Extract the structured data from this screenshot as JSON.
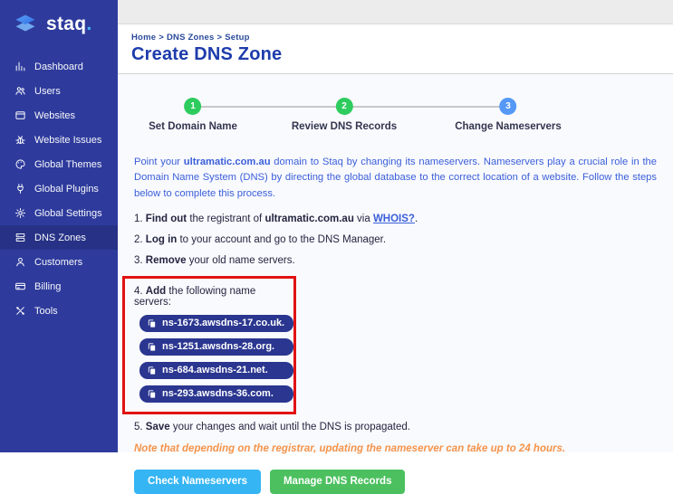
{
  "app": {
    "logo_text": "staq",
    "logo_dot": "."
  },
  "sidebar": {
    "items": [
      {
        "label": "Dashboard"
      },
      {
        "label": "Users"
      },
      {
        "label": "Websites"
      },
      {
        "label": "Website Issues"
      },
      {
        "label": "Global Themes"
      },
      {
        "label": "Global Plugins"
      },
      {
        "label": "Global Settings"
      },
      {
        "label": "DNS Zones"
      },
      {
        "label": "Customers"
      },
      {
        "label": "Billing"
      },
      {
        "label": "Tools"
      }
    ],
    "active_item": "DNS Zones"
  },
  "breadcrumb": {
    "items": [
      "Home",
      "DNS Zones",
      "Setup"
    ],
    "separator": ">"
  },
  "page": {
    "title": "Create DNS Zone"
  },
  "stepper": {
    "steps": [
      {
        "number": "1",
        "label": "Set Domain Name",
        "state": "done"
      },
      {
        "number": "2",
        "label": "Review DNS Records",
        "state": "done"
      },
      {
        "number": "3",
        "label": "Change Nameservers",
        "state": "current"
      }
    ]
  },
  "intro": {
    "t1": "Point your ",
    "b1": "ultramatic.com.au",
    "t2": " domain to Staq by changing its nameservers. Nameservers play a crucial role in the Domain Name System (DNS) by directing the global database to the correct location of a website. Follow the steps below to complete this process."
  },
  "steps": {
    "s1": {
      "num": "1.",
      "b1": "Find out",
      "t1": " the registrant of ",
      "b2": "ultramatic.com.au",
      "t2": " via ",
      "link": "WHOIS?",
      "t3": "."
    },
    "s2": {
      "num": "2.",
      "b1": "Log in",
      "t1": " to your account and go to the DNS Manager."
    },
    "s3": {
      "num": "3.",
      "b1": "Remove",
      "t1": " your old name servers."
    },
    "s4": {
      "num": "4.",
      "b1": "Add",
      "t1": " the following name servers:"
    },
    "s5": {
      "num": "5.",
      "b1": "Save",
      "t1": " your changes and wait until the DNS is propagated."
    }
  },
  "nameservers": [
    {
      "label": "ns-1673.awsdns-17.co.uk."
    },
    {
      "label": "ns-1251.awsdns-28.org."
    },
    {
      "label": "ns-684.awsdns-21.net."
    },
    {
      "label": "ns-293.awsdns-36.com."
    }
  ],
  "note": "Note that depending on the registrar, updating the nameserver can take up to 24 hours.",
  "buttons": {
    "check": "Check Nameservers",
    "manage": "Manage DNS Records"
  },
  "colors": {
    "sidebar_bg": "#2e3b9c",
    "title_blue": "#1d3cac",
    "body_blue": "#3a5ed8",
    "chip_bg": "#2a368f",
    "step_green": "#2ecc5e",
    "step_blue": "#5599f5",
    "note_orange": "#f5944a",
    "btn_check": "#35b5f3",
    "btn_manage": "#4cc05f",
    "annotation_red": "#e11212"
  }
}
